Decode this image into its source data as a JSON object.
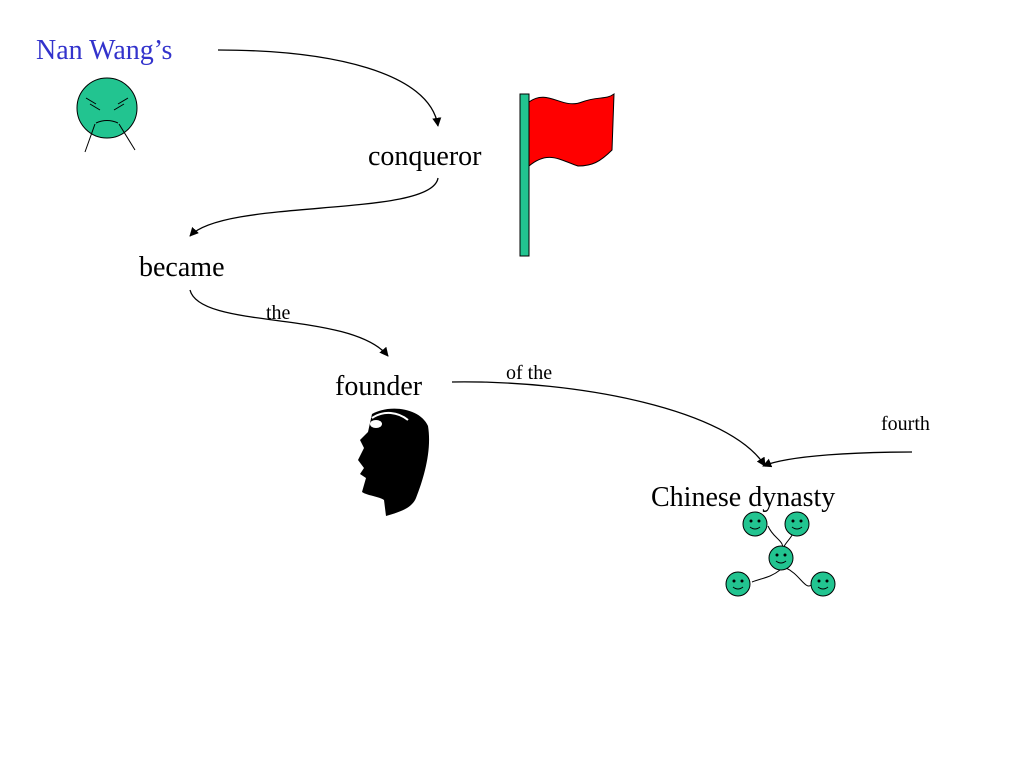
{
  "colors": {
    "subject_text": "#3333cc",
    "text": "#000000",
    "face_fill": "#22c490",
    "flag_red": "#ff0000",
    "pole_green": "#22c490",
    "silhouette": "#000000"
  },
  "words": {
    "subject": "Nan Wang’s",
    "conqueror": "conqueror",
    "became": "became",
    "the": "the",
    "founder": "founder",
    "of_the": "of the",
    "fourth": "fourth",
    "dynasty": "Chinese dynasty"
  },
  "icons": {
    "subject": "angry-face-icon",
    "conqueror": "red-flag-icon",
    "founder": "head-silhouette-icon",
    "dynasty": "family-tree-faces-icon"
  }
}
